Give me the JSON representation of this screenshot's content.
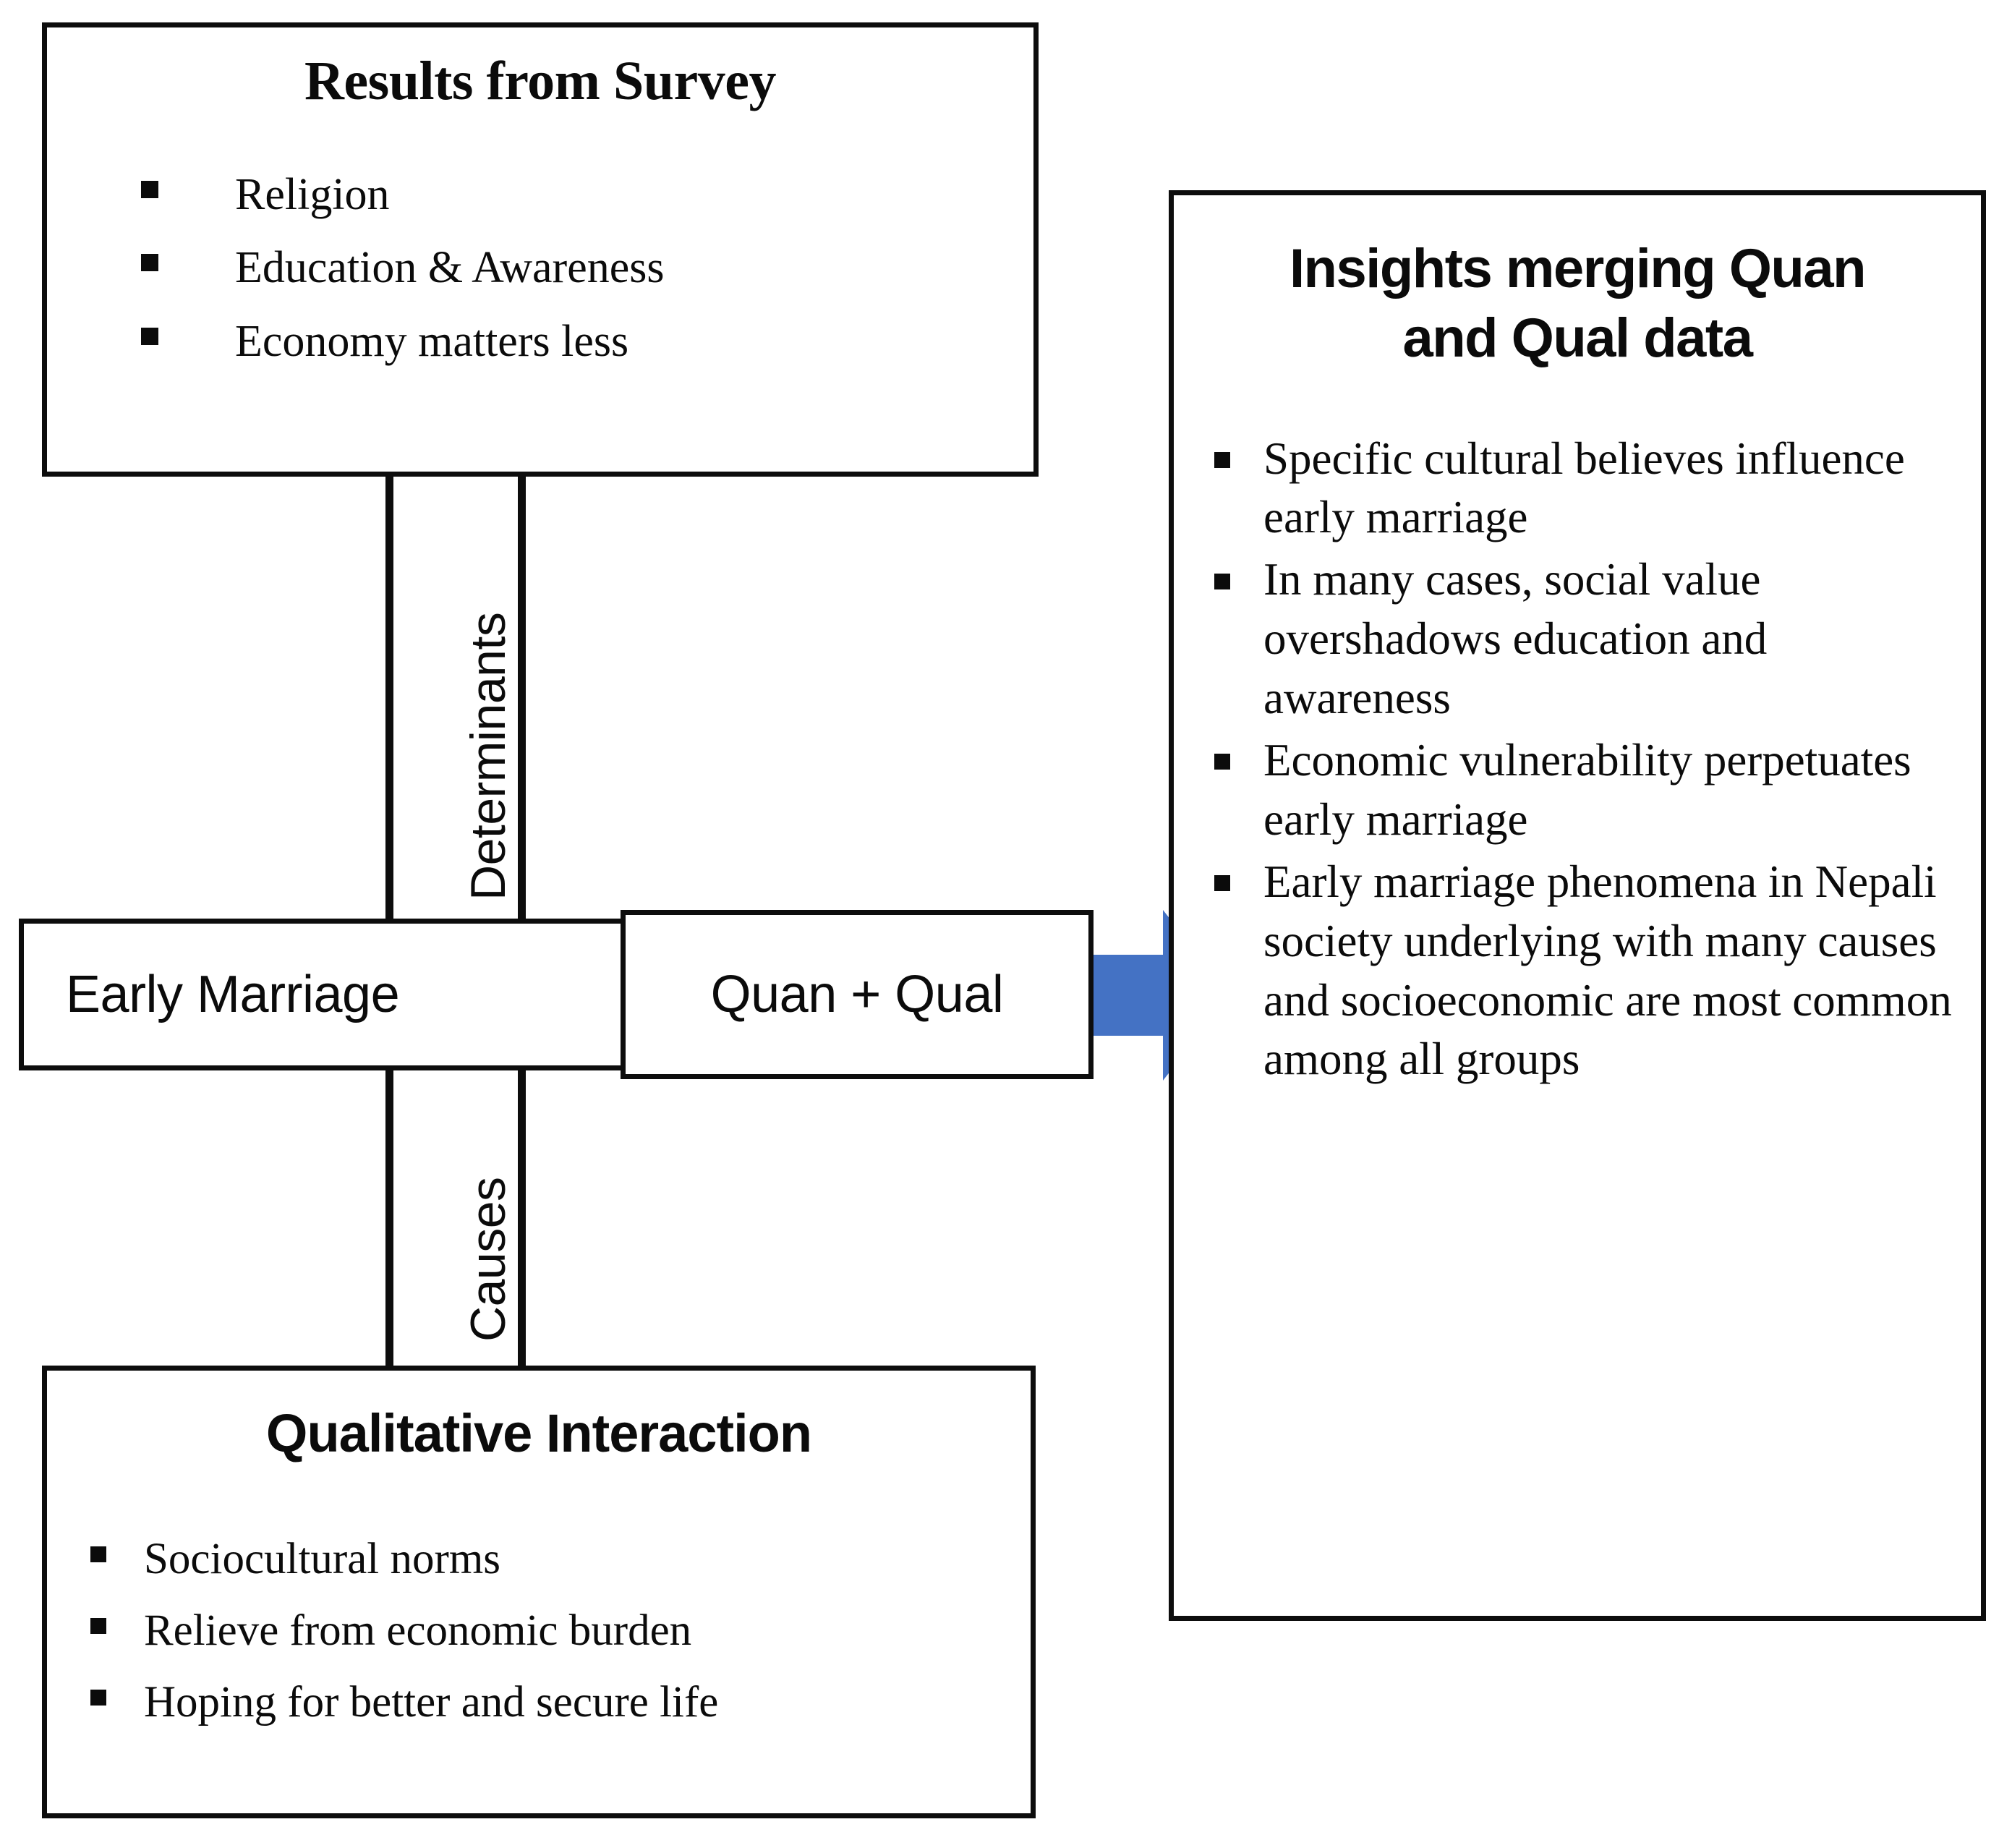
{
  "diagram": {
    "accent_color": "#4472C4",
    "line_color": "#0D0D0D",
    "background": "#FFFFFF"
  },
  "results_box": {
    "title": "Results from Survey",
    "bullets": [
      "Religion",
      "Education & Awareness",
      "Economy matters less"
    ]
  },
  "qualitative_box": {
    "title": "Qualitative Interaction",
    "bullets": [
      "Sociocultural norms",
      "Relieve from economic burden",
      "Hoping for better and secure life"
    ]
  },
  "early_marriage_box": {
    "label": "Early Marriage"
  },
  "merge_box": {
    "label": "Quan + Qual"
  },
  "connectors": {
    "upper_label": "Determinants",
    "lower_label": "Causes",
    "arrow_icon": "right-arrow-icon"
  },
  "insights_box": {
    "title": "Insights merging Quan and Qual data",
    "bullets": [
      "Specific cultural believes influence early marriage",
      "In many cases, social value overshadows education and awareness",
      "Economic vulnerability perpetuates early marriage",
      "Early marriage phenomena in Nepali society underlying with many causes and socioeconomic are most common among all groups"
    ]
  }
}
